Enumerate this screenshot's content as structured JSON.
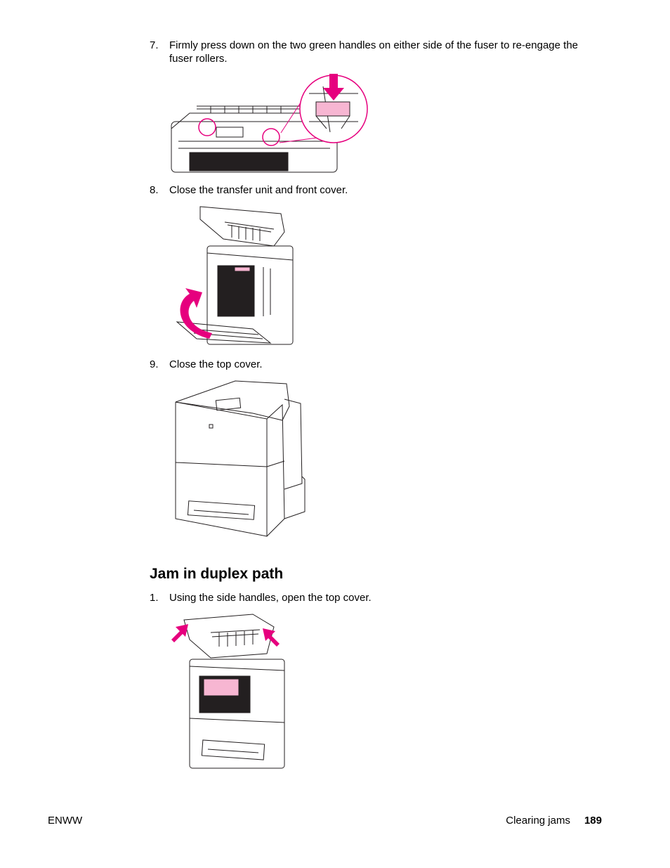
{
  "steps_a": [
    {
      "number": "7.",
      "text": "Firmly press down on the two green handles on either side of the fuser to re-engage the fuser rollers."
    },
    {
      "number": "8.",
      "text": "Close the transfer unit and front cover."
    },
    {
      "number": "9.",
      "text": "Close the top cover."
    }
  ],
  "section": {
    "title": "Jam in duplex path"
  },
  "steps_b": [
    {
      "number": "1.",
      "text": "Using the side handles, open the top cover."
    }
  ],
  "footer": {
    "left": "ENWW",
    "chapter": "Clearing jams",
    "page": "189"
  },
  "colors": {
    "accent": "#e6007e",
    "highlight_fill": "#f7b6d2",
    "line": "#231f20"
  }
}
